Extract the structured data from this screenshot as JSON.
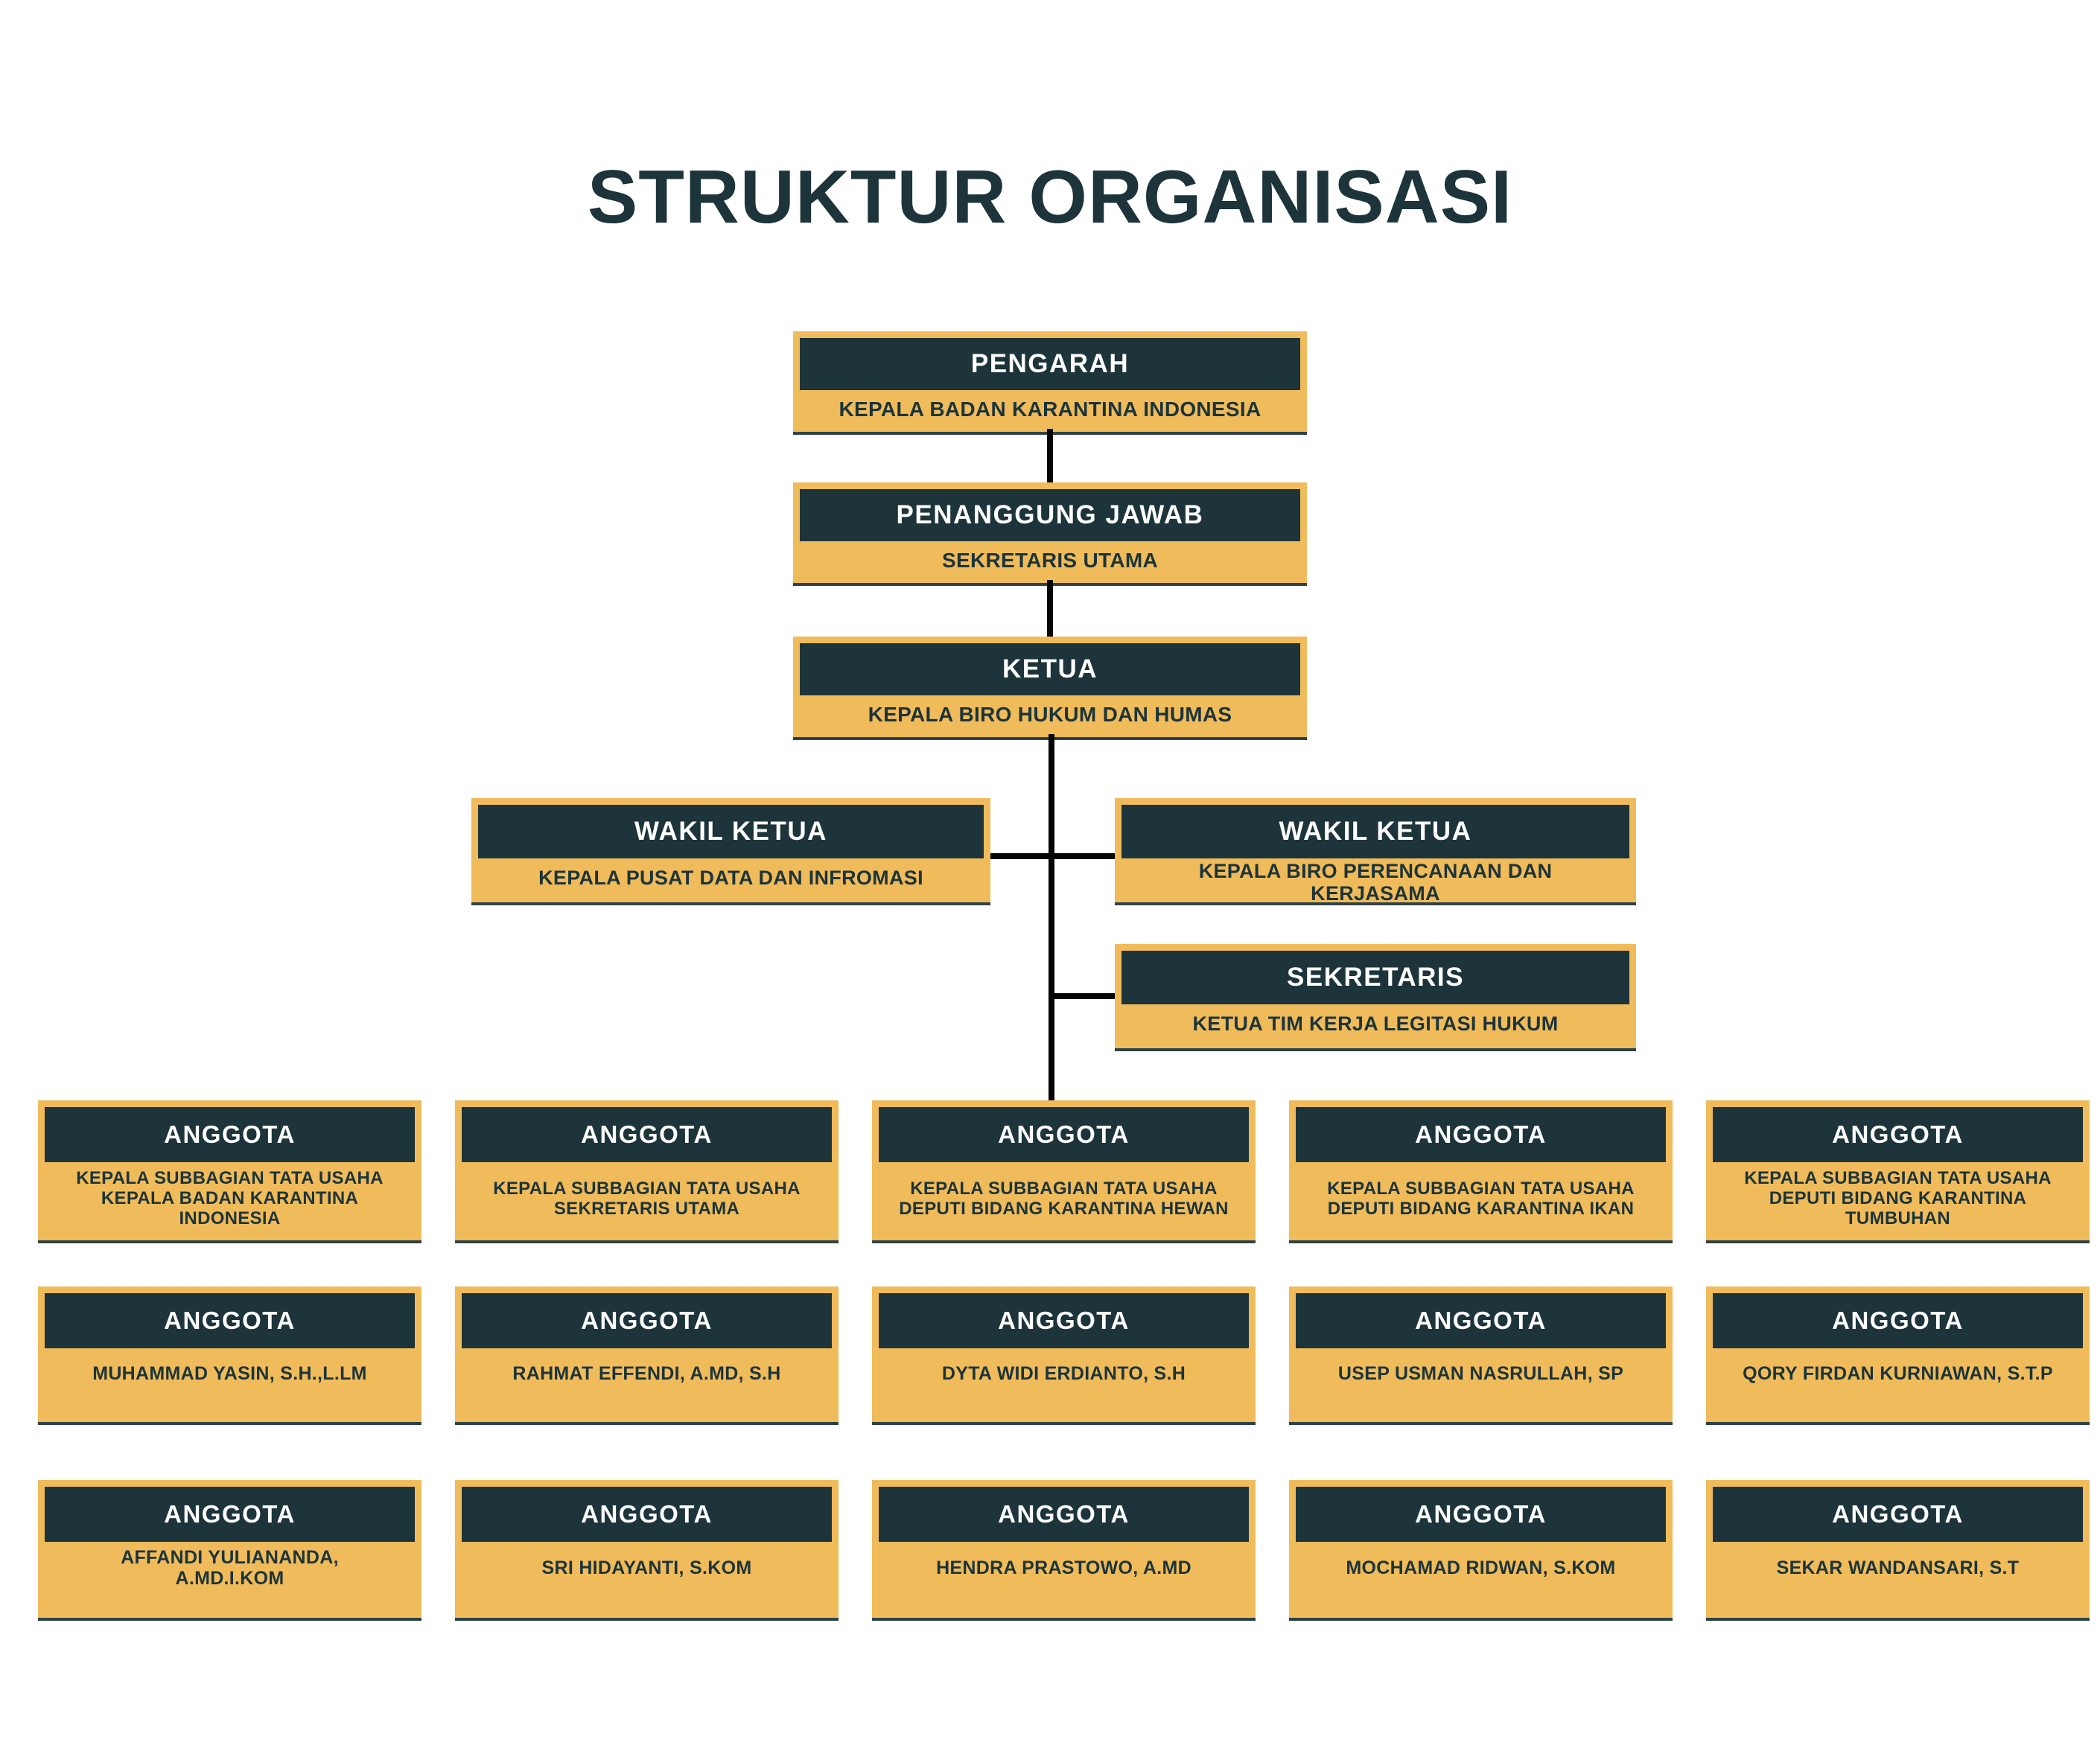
{
  "title": "STRUKTUR ORGANISASI",
  "colors": {
    "dark_teal": "#1c343a",
    "amber": "#f0bb5b",
    "connector": "#050505",
    "header_text": "#ffffff",
    "background": "#ffffff"
  },
  "nodes": {
    "pengarah": {
      "role": "PENGARAH",
      "name": "KEPALA BADAN KARANTINA INDONESIA"
    },
    "penanggung_jawab": {
      "role": "PENANGGUNG JAWAB",
      "name": "SEKRETARIS UTAMA"
    },
    "ketua": {
      "role": "KETUA",
      "name": "KEPALA BIRO HUKUM DAN HUMAS"
    },
    "wakil_ketua_1": {
      "role": "WAKIL KETUA",
      "name": "KEPALA PUSAT DATA DAN INFROMASI"
    },
    "wakil_ketua_2": {
      "role": "WAKIL KETUA",
      "name": "KEPALA BIRO PERENCANAAN DAN KERJASAMA"
    },
    "sekretaris": {
      "role": "SEKRETARIS",
      "name": "KETUA TIM KERJA LEGITASI HUKUM"
    }
  },
  "anggota": {
    "row1": [
      {
        "role": "ANGGOTA",
        "name": "KEPALA SUBBAGIAN TATA USAHA KEPALA BADAN KARANTINA INDONESIA"
      },
      {
        "role": "ANGGOTA",
        "name": "KEPALA SUBBAGIAN TATA USAHA SEKRETARIS UTAMA"
      },
      {
        "role": "ANGGOTA",
        "name": "KEPALA SUBBAGIAN TATA USAHA DEPUTI BIDANG KARANTINA HEWAN"
      },
      {
        "role": "ANGGOTA",
        "name": "KEPALA SUBBAGIAN TATA USAHA DEPUTI BIDANG KARANTINA IKAN"
      },
      {
        "role": "ANGGOTA",
        "name": "KEPALA SUBBAGIAN TATA USAHA DEPUTI BIDANG KARANTINA TUMBUHAN"
      }
    ],
    "row2": [
      {
        "role": "ANGGOTA",
        "name": "MUHAMMAD YASIN, S.H.,L.LM"
      },
      {
        "role": "ANGGOTA",
        "name": "RAHMAT EFFENDI, A.MD, S.H"
      },
      {
        "role": "ANGGOTA",
        "name": "DYTA WIDI ERDIANTO, S.H"
      },
      {
        "role": "ANGGOTA",
        "name": "USEP USMAN NASRULLAH, SP"
      },
      {
        "role": "ANGGOTA",
        "name": "QORY FIRDAN KURNIAWAN, S.T.P"
      }
    ],
    "row3": [
      {
        "role": "ANGGOTA",
        "name": "AFFANDI YULIANANDA, A.MD.I.KOM"
      },
      {
        "role": "ANGGOTA",
        "name": "SRI HIDAYANTI, S.KOM"
      },
      {
        "role": "ANGGOTA",
        "name": "HENDRA PRASTOWO, A.MD"
      },
      {
        "role": "ANGGOTA",
        "name": "MOCHAMAD RIDWAN, S.KOM"
      },
      {
        "role": "ANGGOTA",
        "name": "SEKAR WANDANSARI, S.T"
      }
    ]
  }
}
